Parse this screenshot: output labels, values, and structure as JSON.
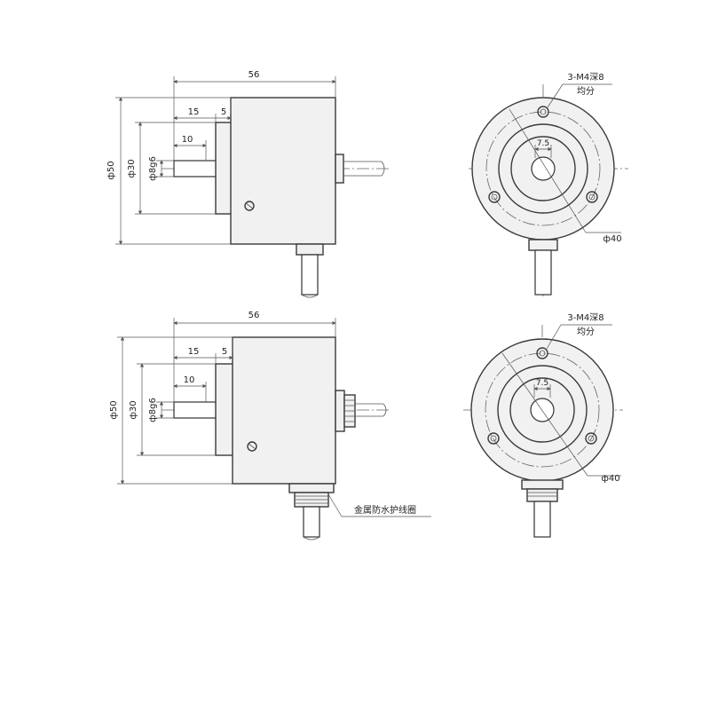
{
  "labels": {
    "total_length": "56",
    "flange_length": "15",
    "flange_step": "5",
    "shaft_length": "10",
    "outer_diameter": "ф50",
    "flange_diameter": "ф30",
    "shaft_diameter": "ф8g6",
    "mount_holes": "3-M4深8",
    "mount_holes_note": "均分",
    "flat_width": "7.5",
    "bolt_circle": "ф40",
    "waterproof_gland": "金属防水护线圈"
  }
}
